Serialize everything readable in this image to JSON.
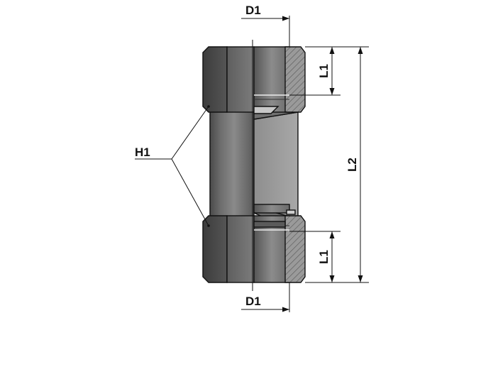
{
  "labels": {
    "d1_top": "D1",
    "d1_bottom": "D1",
    "l1_top": "L1",
    "l1_bottom": "L1",
    "l2": "L2",
    "h1": "H1"
  }
}
